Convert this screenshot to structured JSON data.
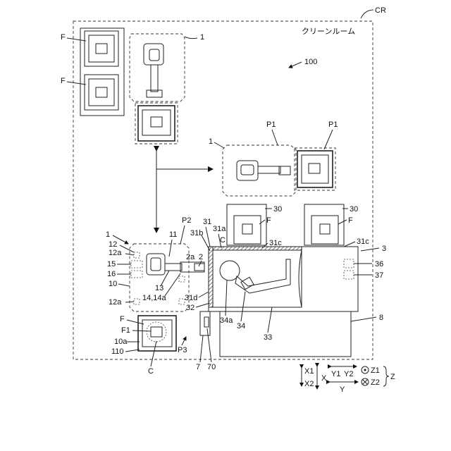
{
  "room": {
    "title": "クリーンルーム",
    "ref": "CR",
    "system_ref": "100"
  },
  "labels": {
    "F": "F",
    "P1": "P1",
    "P2": "P2",
    "P3": "P3",
    "one": "1",
    "two": "2",
    "two_a": "2a",
    "three": "3",
    "seven": "7",
    "eight": "8",
    "ten": "10",
    "ten_a": "10a",
    "eleven": "11",
    "twelve": "12",
    "twelve_a": "12a",
    "thirteen": "13",
    "fourteen": "14,14a",
    "fifteen": "15",
    "sixteen": "16",
    "thirty": "30",
    "thirty_one": "31",
    "thirty_one_a": "31a",
    "thirty_one_b": "31b",
    "thirty_one_c": "31c",
    "thirty_one_d": "31d",
    "thirty_two": "32",
    "thirty_three": "33",
    "thirty_four": "34",
    "thirty_four_a": "34a",
    "thirty_six": "36",
    "thirty_seven": "37",
    "seventy": "70",
    "hundred_ten": "110",
    "C": "C",
    "F1": "F1"
  },
  "axes": {
    "x1": "X1",
    "x2": "X2",
    "x": "X",
    "y1": "Y1",
    "y2": "Y2",
    "y": "Y",
    "z1": "Z1",
    "z2": "Z2",
    "z": "Z"
  }
}
